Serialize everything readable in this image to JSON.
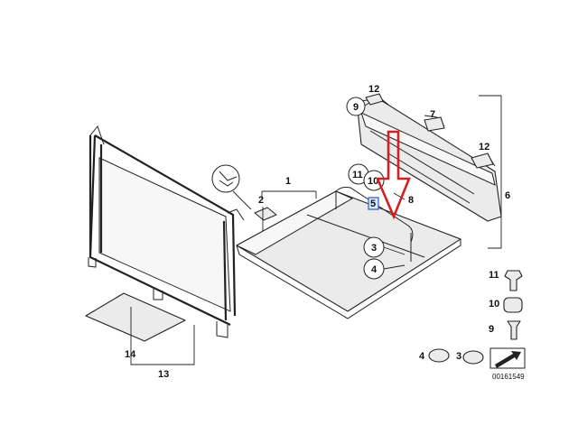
{
  "callouts": {
    "c1": "1",
    "c2": "2",
    "c3": "3",
    "c4": "4",
    "c5": "5",
    "c6": "6",
    "c7": "7",
    "c8": "8",
    "c9": "9",
    "c10": "10",
    "c11": "11",
    "c12a": "12",
    "c12b": "12",
    "c13": "13",
    "c14": "14",
    "leg11": "11",
    "leg10": "10",
    "leg9": "9",
    "leg4": "4",
    "leg3": "3"
  },
  "image_code": "00161549",
  "colors": {
    "arrow": "#d42020",
    "highlight": "#3a66c8"
  }
}
